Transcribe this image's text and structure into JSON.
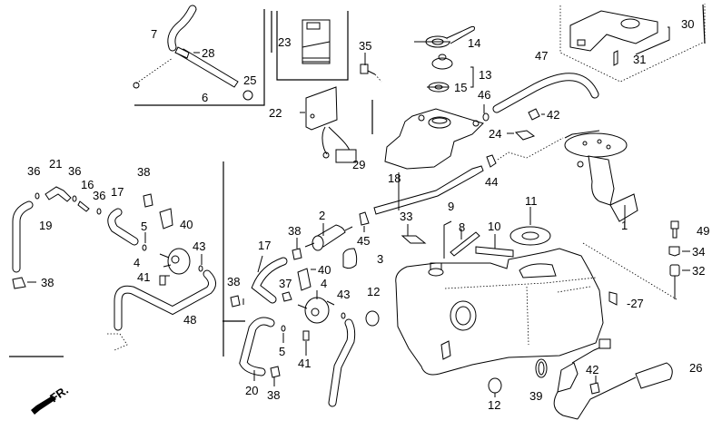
{
  "diagram": {
    "title": "Fuel tank assembly exploded view",
    "direction_indicator": "FR.",
    "colors": {
      "line": "#000000",
      "background": "#ffffff"
    },
    "callouts": [
      {
        "id": "c7",
        "part": "7",
        "text": "7"
      },
      {
        "id": "c28",
        "part": "28",
        "text": "28"
      },
      {
        "id": "c25",
        "part": "25",
        "text": "25"
      },
      {
        "id": "c6",
        "part": "6",
        "text": "6"
      },
      {
        "id": "c23",
        "part": "23",
        "text": "23"
      },
      {
        "id": "c35",
        "part": "35",
        "text": "35"
      },
      {
        "id": "c22",
        "part": "22",
        "text": "22"
      },
      {
        "id": "c29",
        "part": "29",
        "text": "29"
      },
      {
        "id": "c14",
        "part": "14",
        "text": "14"
      },
      {
        "id": "c13",
        "part": "13",
        "text": "13"
      },
      {
        "id": "c15",
        "part": "15",
        "text": "15"
      },
      {
        "id": "c46",
        "part": "46",
        "text": "46"
      },
      {
        "id": "c47",
        "part": "47",
        "text": "47"
      },
      {
        "id": "c42a",
        "part": "42",
        "text": "42"
      },
      {
        "id": "c24",
        "part": "24",
        "text": "24"
      },
      {
        "id": "c18",
        "part": "18",
        "text": "18"
      },
      {
        "id": "c44",
        "part": "44",
        "text": "44"
      },
      {
        "id": "c30",
        "part": "30",
        "text": "30"
      },
      {
        "id": "c31",
        "part": "31",
        "text": "31"
      },
      {
        "id": "c1",
        "part": "1",
        "text": "1"
      },
      {
        "id": "c11",
        "part": "11",
        "text": "11"
      },
      {
        "id": "c49",
        "part": "49",
        "text": "49"
      },
      {
        "id": "c34",
        "part": "34",
        "text": "34"
      },
      {
        "id": "c32",
        "part": "32",
        "text": "32"
      },
      {
        "id": "c27",
        "part": "27",
        "text": "-27"
      },
      {
        "id": "c36a",
        "part": "36",
        "text": "36"
      },
      {
        "id": "c21",
        "part": "21",
        "text": "21"
      },
      {
        "id": "c36b",
        "part": "36",
        "text": "36"
      },
      {
        "id": "c16",
        "part": "16",
        "text": "16"
      },
      {
        "id": "c36c",
        "part": "36",
        "text": "36"
      },
      {
        "id": "c17a",
        "part": "17",
        "text": "17"
      },
      {
        "id": "c38a",
        "part": "38",
        "text": "38"
      },
      {
        "id": "c19",
        "part": "19",
        "text": "19"
      },
      {
        "id": "c5a",
        "part": "5",
        "text": "5"
      },
      {
        "id": "c40a",
        "part": "40",
        "text": "40"
      },
      {
        "id": "c4a",
        "part": "4",
        "text": "4"
      },
      {
        "id": "c43a",
        "part": "43",
        "text": "43"
      },
      {
        "id": "c41a",
        "part": "41",
        "text": "41"
      },
      {
        "id": "c38b",
        "part": "38",
        "text": "38"
      },
      {
        "id": "c48",
        "part": "48",
        "text": "48"
      },
      {
        "id": "c2",
        "part": "2",
        "text": "2"
      },
      {
        "id": "c38c",
        "part": "38",
        "text": "38"
      },
      {
        "id": "c45",
        "part": "45",
        "text": "45"
      },
      {
        "id": "c33",
        "part": "33",
        "text": "33"
      },
      {
        "id": "c3",
        "part": "3",
        "text": "3"
      },
      {
        "id": "c9",
        "part": "9",
        "text": "9"
      },
      {
        "id": "c8",
        "part": "8",
        "text": "8"
      },
      {
        "id": "c10",
        "part": "10",
        "text": "10"
      },
      {
        "id": "c17b",
        "part": "17",
        "text": "17"
      },
      {
        "id": "c38d",
        "part": "38",
        "text": "38"
      },
      {
        "id": "c40b",
        "part": "40",
        "text": "40"
      },
      {
        "id": "c37",
        "part": "37",
        "text": "37"
      },
      {
        "id": "c4b",
        "part": "4",
        "text": "4"
      },
      {
        "id": "c43b",
        "part": "43",
        "text": "43"
      },
      {
        "id": "c12a",
        "part": "12",
        "text": "12"
      },
      {
        "id": "c5b",
        "part": "5",
        "text": "5"
      },
      {
        "id": "c41b",
        "part": "41",
        "text": "41"
      },
      {
        "id": "c20",
        "part": "20",
        "text": "20"
      },
      {
        "id": "c38e",
        "part": "38",
        "text": "38"
      },
      {
        "id": "c12b",
        "part": "12",
        "text": "12"
      },
      {
        "id": "c39",
        "part": "39",
        "text": "39"
      },
      {
        "id": "c42b",
        "part": "42",
        "text": "42"
      },
      {
        "id": "c26",
        "part": "26",
        "text": "26"
      }
    ]
  }
}
